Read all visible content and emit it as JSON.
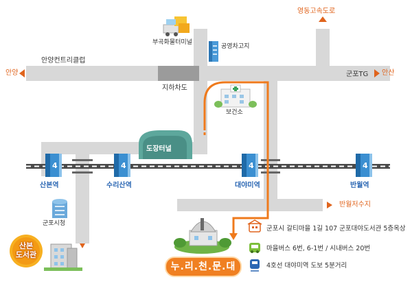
{
  "labels": {
    "highway": "영동고속도로",
    "anyang": "안양",
    "ansan": "안산",
    "country_club": "안양컨트리클럽",
    "gunpo_tg": "군포TG",
    "truck_terminal": "부곡화물터미널",
    "technical_high": "공영차고지",
    "underpass": "지하차도",
    "health_center": "보건소",
    "tunnel": "도장터널",
    "banwol_reservoir": "반월저수지",
    "city_hall": "군포시청"
  },
  "stations": {
    "sanbon": "산본역",
    "surisan": "수리산역",
    "daeyami": "대야미역",
    "banwol": "반월역",
    "line_number": "4"
  },
  "library_badge": {
    "line1": "산본",
    "line2": "도서관"
  },
  "destination": {
    "name": "누.리.천.문.대"
  },
  "info": [
    {
      "icon": "building-icon",
      "text": "군포시 갈티마을 1길 107 군포대야도서관 5층옥상"
    },
    {
      "icon": "bus-icon",
      "text": "마을버스 6번, 6-1번 / 시내버스 20번"
    },
    {
      "icon": "train-icon",
      "text": "4호선 대야미역 도보 5분거리"
    }
  ],
  "colors": {
    "road": "#d8d8d8",
    "route": "#ef7a1c",
    "accent_orange": "#e0641d",
    "station_blue": "#2b67b3",
    "tunnel_green": "#4a8f86"
  }
}
